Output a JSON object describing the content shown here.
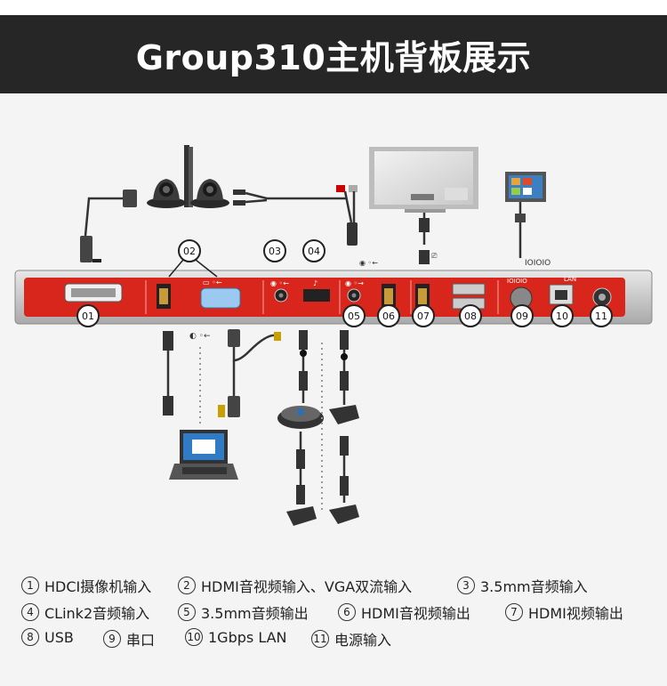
{
  "title": "Group310主机背板展示",
  "device": {
    "ports": [
      {
        "label": "01"
      },
      {
        "label": "02"
      },
      {
        "label": "03"
      },
      {
        "label": "04"
      },
      {
        "label": "05"
      },
      {
        "label": "06"
      },
      {
        "label": "07"
      },
      {
        "label": "08"
      },
      {
        "label": "09"
      },
      {
        "label": "10"
      },
      {
        "label": "11"
      }
    ],
    "serial_mark": "IOIOIO",
    "lan_mark": "LAN",
    "colors": {
      "panel": "#d8261d",
      "chassis": "#cfcfcf",
      "banner": "#262626"
    }
  },
  "legend": [
    [
      {
        "num": "1",
        "text": "HDCI摄像机输入"
      },
      {
        "num": "2",
        "text": "HDMI音视频输入、VGA双流输入"
      },
      {
        "num": "3",
        "text": "3.5mm音频输入"
      }
    ],
    [
      {
        "num": "4",
        "text": "CLink2音频输入"
      },
      {
        "num": "5",
        "text": "3.5mm音频输出"
      },
      {
        "num": "6",
        "text": "HDMI音视频输出"
      },
      {
        "num": "7",
        "text": "HDMI视频输出"
      }
    ],
    [
      {
        "num": "8",
        "text": "USB"
      },
      {
        "num": "9",
        "text": "串口"
      },
      {
        "num": "10",
        "text": "1Gbps LAN"
      },
      {
        "num": "11",
        "text": "电源输入"
      }
    ]
  ]
}
